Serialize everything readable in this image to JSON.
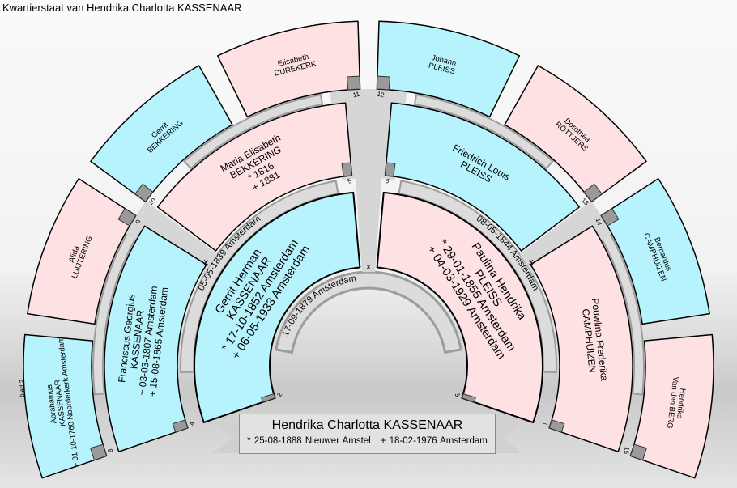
{
  "title": "Kwartierstaat van Hendrika Charlotta KASSENAAR",
  "sheet_label": "blad 2",
  "colors": {
    "male": "#b6f3fd",
    "female": "#fde1e3",
    "band": "#dcdcdc",
    "band_dark": "#9c9c9c"
  },
  "main_person": {
    "name": "Hendrika Charlotta KASSENAAR",
    "birth": "* 25-08-1888 Nieuwer Amstel",
    "death": "+ 18-02-1976 Amsterdam"
  },
  "persons": [
    {
      "number": "2",
      "gen": 1,
      "sex": "m",
      "lines": [
        "Gerrit Herman",
        "KASSENAAR",
        "* 17-10-1852 Amsterdam",
        "+ 06-05-1933 Amsterdam"
      ]
    },
    {
      "number": "3",
      "gen": 1,
      "sex": "f",
      "lines": [
        "Paulina Hendrika",
        "PLEISS",
        "* 29-01-1855 Amsterdam",
        "+ 04-03-1929 Amsterdam"
      ]
    },
    {
      "number": "4",
      "gen": 2,
      "sex": "m",
      "lines": [
        "Franciscus Georgius",
        "KASSENAAR",
        "~ 03-03-1807 Amsterdam",
        "+ 15-08-1865 Amsterdam"
      ]
    },
    {
      "number": "5",
      "gen": 2,
      "sex": "f",
      "lines": [
        "Maria Elisabeth",
        "BEKKERING",
        "* 1816",
        "+ 1881"
      ]
    },
    {
      "number": "6",
      "gen": 2,
      "sex": "m",
      "lines": [
        "Friedrich Louis",
        "PLEISS"
      ]
    },
    {
      "number": "7",
      "gen": 2,
      "sex": "f",
      "lines": [
        "Pouwlina Frederika",
        "CAMPHUIZEN"
      ]
    },
    {
      "number": "8",
      "gen": 3,
      "sex": "m",
      "lines": [
        "Abrahamus",
        "KASSENAAR",
        "~ 01-10-1760 Noorderkerk Amsterdam"
      ]
    },
    {
      "number": "9",
      "gen": 3,
      "sex": "f",
      "lines": [
        "Alida",
        "LUIJTERING"
      ]
    },
    {
      "number": "10",
      "gen": 3,
      "sex": "m",
      "lines": [
        "Gerrit",
        "BEKKERING"
      ]
    },
    {
      "number": "11",
      "gen": 3,
      "sex": "f",
      "lines": [
        "Elisabeth",
        "DUREKERK"
      ]
    },
    {
      "number": "12",
      "gen": 3,
      "sex": "m",
      "lines": [
        "Johann",
        "PLEISS"
      ]
    },
    {
      "number": "13",
      "gen": 3,
      "sex": "f",
      "lines": [
        "Dorothea",
        "RÖTTJERS"
      ]
    },
    {
      "number": "14",
      "gen": 3,
      "sex": "m",
      "lines": [
        "Bernardus",
        "CAMPHUIZEN"
      ]
    },
    {
      "number": "15",
      "gen": 3,
      "sex": "f",
      "lines": [
        "Hendrika",
        "Van den BERG"
      ]
    }
  ],
  "marriages": [
    {
      "couple": "2-3",
      "symbol": "x",
      "text": "17-09-1879 Amsterdam"
    },
    {
      "couple": "4-5",
      "symbol": "x",
      "text": "05-05-1839 Amsterdam"
    },
    {
      "couple": "6-7",
      "symbol": "x",
      "text": "08-05-1844 Amsterdam"
    }
  ]
}
